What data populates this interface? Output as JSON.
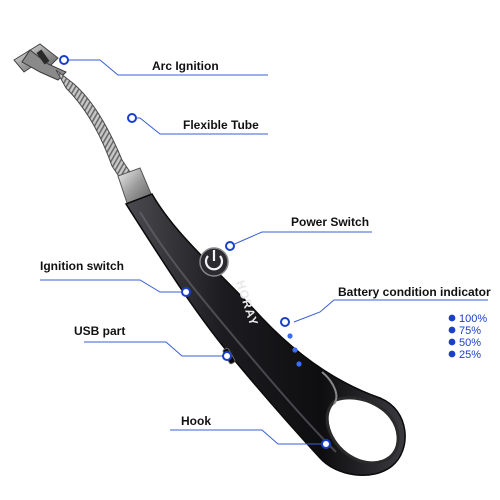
{
  "product": {
    "brand": "HORAY"
  },
  "callouts": {
    "arc_ignition": "Arc Ignition",
    "flexible_tube": "Flexible Tube",
    "power_switch": "Power Switch",
    "ignition_switch": "Ignition switch",
    "battery_indicator": "Battery condition indicator",
    "usb_part": "USB part",
    "hook": "Hook"
  },
  "battery_levels": [
    "100%",
    "75%",
    "50%",
    "25%"
  ],
  "colors": {
    "accent_blue": "#1a40c8",
    "body_black": "#1b1b1d",
    "led_blue": "#3a6cff",
    "line_blue": "#3a5fd0"
  }
}
